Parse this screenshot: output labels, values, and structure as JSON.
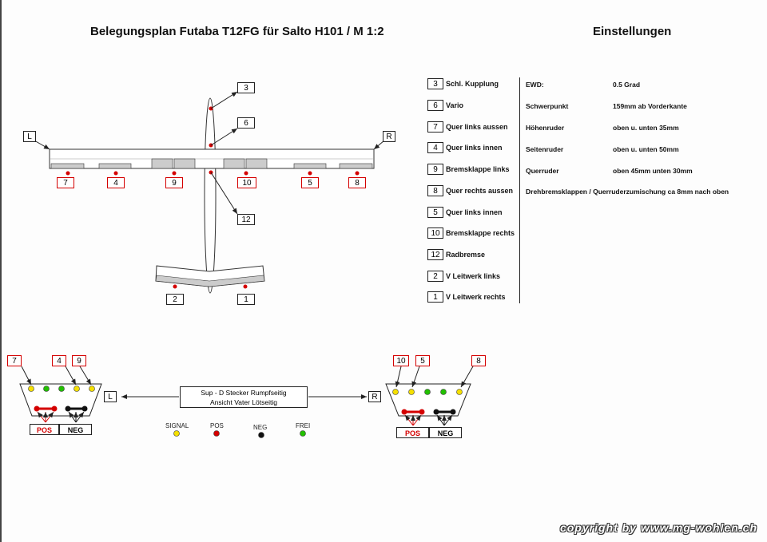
{
  "title": "Belegungsplan Futaba T12FG für Salto H101  /  M 1:2",
  "settings_title": "Einstellungen",
  "plane": {
    "left_label": "L",
    "right_label": "R",
    "wing_channels": [
      "7",
      "4",
      "9",
      "10",
      "5",
      "8"
    ],
    "fuselage_channels": [
      "3",
      "6",
      "12"
    ],
    "tail_channels": [
      "2",
      "1"
    ]
  },
  "assignments": [
    {
      "num": "3",
      "label": "Schl. Kupplung"
    },
    {
      "num": "6",
      "label": "Vario"
    },
    {
      "num": "7",
      "label": "Quer links aussen"
    },
    {
      "num": "4",
      "label": "Quer links innen"
    },
    {
      "num": "9",
      "label": "Bremsklappe links"
    },
    {
      "num": "8",
      "label": "Quer rechts aussen"
    },
    {
      "num": "5",
      "label": "Quer links innen"
    },
    {
      "num": "10",
      "label": "Bremsklappe rechts"
    },
    {
      "num": "12",
      "label": "Radbremse"
    },
    {
      "num": "2",
      "label": "V Leitwerk links"
    },
    {
      "num": "1",
      "label": "V Leitwerk rechts"
    }
  ],
  "settings": [
    {
      "key": "EWD:",
      "value": "0.5 Grad"
    },
    {
      "key": "Schwerpunkt",
      "value": "159mm ab Vorderkante"
    },
    {
      "key": "Höhenruder",
      "value": "oben u. unten  35mm"
    },
    {
      "key": "Seitenruder",
      "value": "oben u. unten 50mm"
    },
    {
      "key": "Querruder",
      "value": "oben 45mm unten 30mm"
    }
  ],
  "settings_note": "Drehbremsklappen / Querruderzumischung ca 8mm nach oben",
  "connector": {
    "caption_line1": "Sup - D Stecker Rumpfseitig",
    "caption_line2": "Ansicht Vater Lötseitig",
    "left_label": "L",
    "right_label": "R",
    "left_channels": [
      "7",
      "4",
      "9"
    ],
    "right_channels": [
      "10",
      "5",
      "8"
    ],
    "pos_label": "POS",
    "neg_label": "NEG"
  },
  "legend": [
    {
      "label": "SIGNAL",
      "color": "#f5e000"
    },
    {
      "label": "POS",
      "color": "#d40000"
    },
    {
      "label": "NEG",
      "color": "#111111"
    },
    {
      "label": "FREI",
      "color": "#22c000"
    }
  ],
  "copyright": "copyright by www.mg-wohlen.ch"
}
